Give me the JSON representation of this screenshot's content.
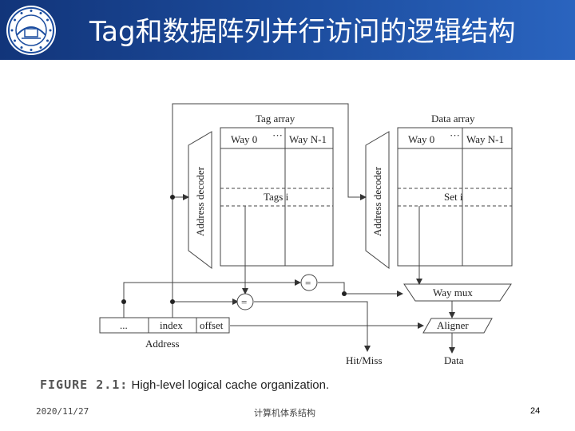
{
  "slide": {
    "title": "Tag和数据阵列并行访问的逻辑结构",
    "caption_label": "FIGURE 2.1:",
    "caption_text": " High-level logical cache organization.",
    "date": "2020/11/27",
    "course": "计算机体系结构",
    "page_number": "24"
  },
  "logo": {
    "icon": "university-seal-icon",
    "color": "#1d4ea0"
  },
  "diagram": {
    "tag_array_label": "Tag array",
    "data_array_label": "Data array",
    "decoder_label": "Address decoder",
    "way0": "Way 0",
    "wayN": "Way N-1",
    "ellipsis": "···",
    "tags_i": "Tags i",
    "set_i": "Set i",
    "equals": "=",
    "way_mux": "Way mux",
    "aligner": "Aligner",
    "addr_fields": [
      "...",
      "index",
      "offset"
    ],
    "address_label": "Address",
    "hit_miss": "Hit/Miss",
    "data_out": "Data"
  }
}
